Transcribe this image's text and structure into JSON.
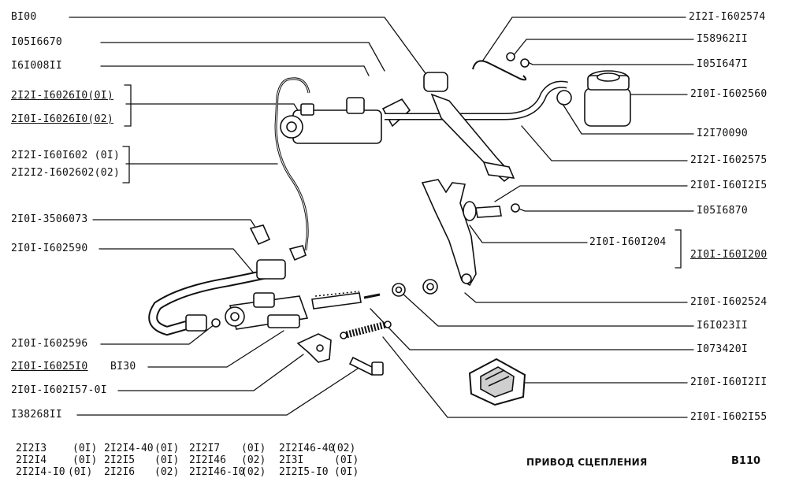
{
  "labels": {
    "left": [
      "BI00",
      "I05I6670",
      "I6I008II",
      "2I2I-I6026I0(0I)",
      "2I0I-I6026I0(02)",
      "2I2I-I60I602 (0I)",
      "2I2I2-I602602(02)",
      "2I0I-3506073",
      "2I0I-I602590",
      "2I0I-I602596",
      "2I0I-I6025I0",
      "BI30",
      "2I0I-I602I57-0I",
      "I38268II"
    ],
    "right": [
      "2I2I-I602574",
      "I58962II",
      "I05I647I",
      "2I0I-I602560",
      "I2I70090",
      "2I2I-I602575",
      "2I0I-I60I2I5",
      "I05I6870",
      "2I0I-I60I204",
      "2I0I-I60I200",
      "2I0I-I602524",
      "I6I023II",
      "I073420I",
      "2I0I-I60I2II",
      "2I0I-I602I55"
    ]
  },
  "models": [
    [
      "2I2I3",
      "(0I)"
    ],
    [
      "2I2I4",
      "(0I)"
    ],
    [
      "2I2I4-I0",
      "(0I)"
    ],
    [
      "2I2I4-40",
      "(0I)"
    ],
    [
      "2I2I5",
      "(0I)"
    ],
    [
      "2I2I6",
      "(02)"
    ],
    [
      "2I2I7",
      "(0I)"
    ],
    [
      "2I2I46",
      "(02)"
    ],
    [
      "2I2I46-I0",
      "(02)"
    ],
    [
      "2I2I46-40",
      "(02)"
    ],
    [
      "2I3I",
      "(0I)"
    ],
    [
      "2I2I5-I0",
      "(0I)"
    ]
  ],
  "title": "ПРИВОД СЦЕПЛЕНИЯ",
  "code": "B110",
  "colors": {
    "ink": "#111111",
    "paper": "#ffffff",
    "shade": "#cfcfcf"
  }
}
